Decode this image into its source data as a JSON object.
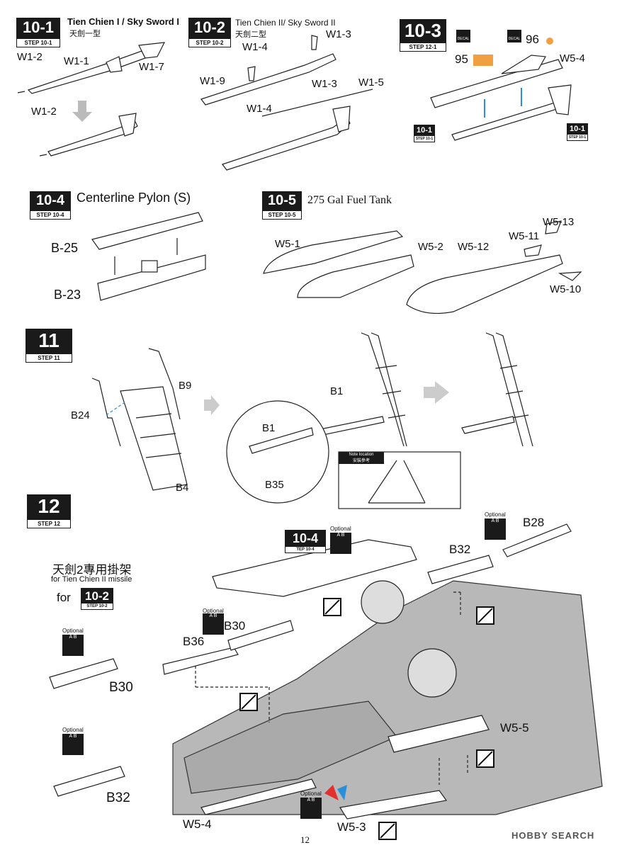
{
  "steps": {
    "s10_1": {
      "num": "10-1",
      "ref": "STEP 10-1",
      "title": "Tien Chien I / Sky Sword I",
      "subtitle": "天劍一型"
    },
    "s10_2": {
      "num": "10-2",
      "ref": "STEP 10-2",
      "title": "Tien Chien II/ Sky Sword II",
      "subtitle": "天劍二型"
    },
    "s10_3": {
      "num": "10-3",
      "ref": "STEP 12-1"
    },
    "s10_4": {
      "num": "10-4",
      "ref": "STEP 10-4",
      "title": "Centerline Pylon (S)"
    },
    "s10_5": {
      "num": "10-5",
      "ref": "STEP 10-5",
      "title": "275 Gal Fuel Tank"
    },
    "s11": {
      "num": "11",
      "ref": "STEP 11"
    },
    "s12": {
      "num": "12",
      "ref": "STEP 12"
    }
  },
  "labels": {
    "w1_2a": "W1-2",
    "w1_1": "W1-1",
    "w1_7": "W1-7",
    "w1_2b": "W1-2",
    "w1_4a": "W1-4",
    "w1_3a": "W1-3",
    "w1_9": "W1-9",
    "w1_3b": "W1-3",
    "w1_4b": "W1-4",
    "w1_5": "W1-5",
    "d96": "96",
    "d95": "95",
    "w5_4a": "W5-4",
    "ref10_1_num": "10-1",
    "ref10_1_ref": "STEP 10-1",
    "ref10_1b_num": "10-1",
    "ref10_1b_ref": "STEP 10-1",
    "decal": "DECAL",
    "b25": "B-25",
    "b23": "B-23",
    "w5_1": "W5-1",
    "w5_2": "W5-2",
    "w5_12": "W5-12",
    "w5_11": "W5-11",
    "w5_13": "W5-13",
    "w5_10": "W5-10",
    "b24": "B24",
    "b9": "B9",
    "b4": "B4",
    "b1a": "B1",
    "b1b": "B1",
    "b35": "B35",
    "note_loc": "Note location",
    "note_loc_cn": "安裝參考",
    "for_tc2_cn": "天劍2專用掛架",
    "for_tc2": "for Tien Chien II  missile",
    "for": "for",
    "ref10_2_num": "10-2",
    "ref10_2_ref": "STEP 10-2",
    "ref10_4_num": "10-4",
    "ref10_4_ref": "TEP 10-4",
    "optional": "Optional",
    "opt_a": "A",
    "opt_b": "B",
    "b30a": "B30",
    "b36": "B36",
    "b30b": "B30",
    "b28": "B28",
    "b32a": "B32",
    "b32b": "B32",
    "w5_5": "W5-5",
    "w5_4b": "W5-4",
    "w5_3": "W5-3"
  },
  "footer": {
    "page": "12",
    "watermark": "HOBBY SEARCH"
  },
  "colors": {
    "ink": "#1a1a1a",
    "fuselage": "#b8b8b8",
    "orange": "#f0a040",
    "blue": "#2a8fd8",
    "red": "#e03030"
  }
}
